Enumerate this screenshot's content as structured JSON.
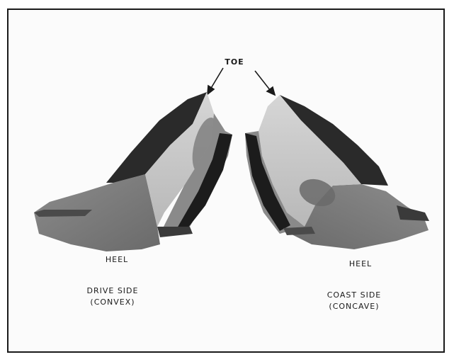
{
  "labels": {
    "toe": "TOE",
    "heel_left": "HEEL",
    "heel_right": "HEEL",
    "drive_side": "DRIVE SIDE",
    "drive_side_sub": "(CONVEX)",
    "coast_side": "COAST SIDE",
    "coast_side_sub": "(CONCAVE)"
  }
}
